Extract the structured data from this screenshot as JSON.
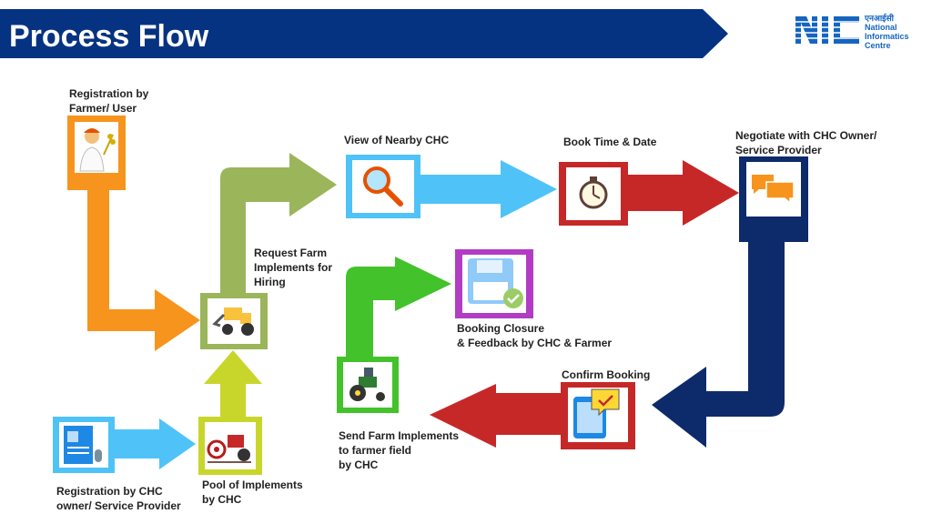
{
  "header": {
    "title": "Process Flow"
  },
  "logo": {
    "hindi": "एनआईसी",
    "line1": "National",
    "line2": "Informatics",
    "line3": "Centre"
  },
  "steps": [
    {
      "id": "registration-farmer",
      "label": "Registration by\nFarmer/ User",
      "color": "#f7941d",
      "icon": "farmer-icon"
    },
    {
      "id": "request-implements",
      "label": "Request Farm\nImplements for\nHiring",
      "color": "#9bb55a",
      "icon": "excavator-icon"
    },
    {
      "id": "view-nearby-chc",
      "label": "View of Nearby CHC",
      "color": "#4fc3f7",
      "icon": "magnifier-icon"
    },
    {
      "id": "book-time-date",
      "label": "Book Time & Date",
      "color": "#c62828",
      "icon": "stopwatch-icon"
    },
    {
      "id": "negotiate",
      "label": "Negotiate with CHC Owner/\nService Provider",
      "color": "#0d2a6b",
      "icon": "chat-icon"
    },
    {
      "id": "confirm-booking",
      "label": "Confirm Booking",
      "color": "#c62828",
      "icon": "tablet-check-icon"
    },
    {
      "id": "send-implements",
      "label": "Send Farm Implements\nto farmer field\nby CHC",
      "color": "#43c22b",
      "icon": "tractor-icon"
    },
    {
      "id": "booking-closure",
      "label": "Booking Closure\n& Feedback by CHC & Farmer",
      "color": "#b23cc4",
      "icon": "save-check-icon"
    },
    {
      "id": "registration-chc",
      "label": "Registration by CHC\nowner/ Service Provider",
      "color": "#4fc3f7",
      "icon": "id-card-icon"
    },
    {
      "id": "pool-implements",
      "label": "Pool of Implements\nby CHC",
      "color": "#c8d62b",
      "icon": "implements-icon"
    }
  ]
}
